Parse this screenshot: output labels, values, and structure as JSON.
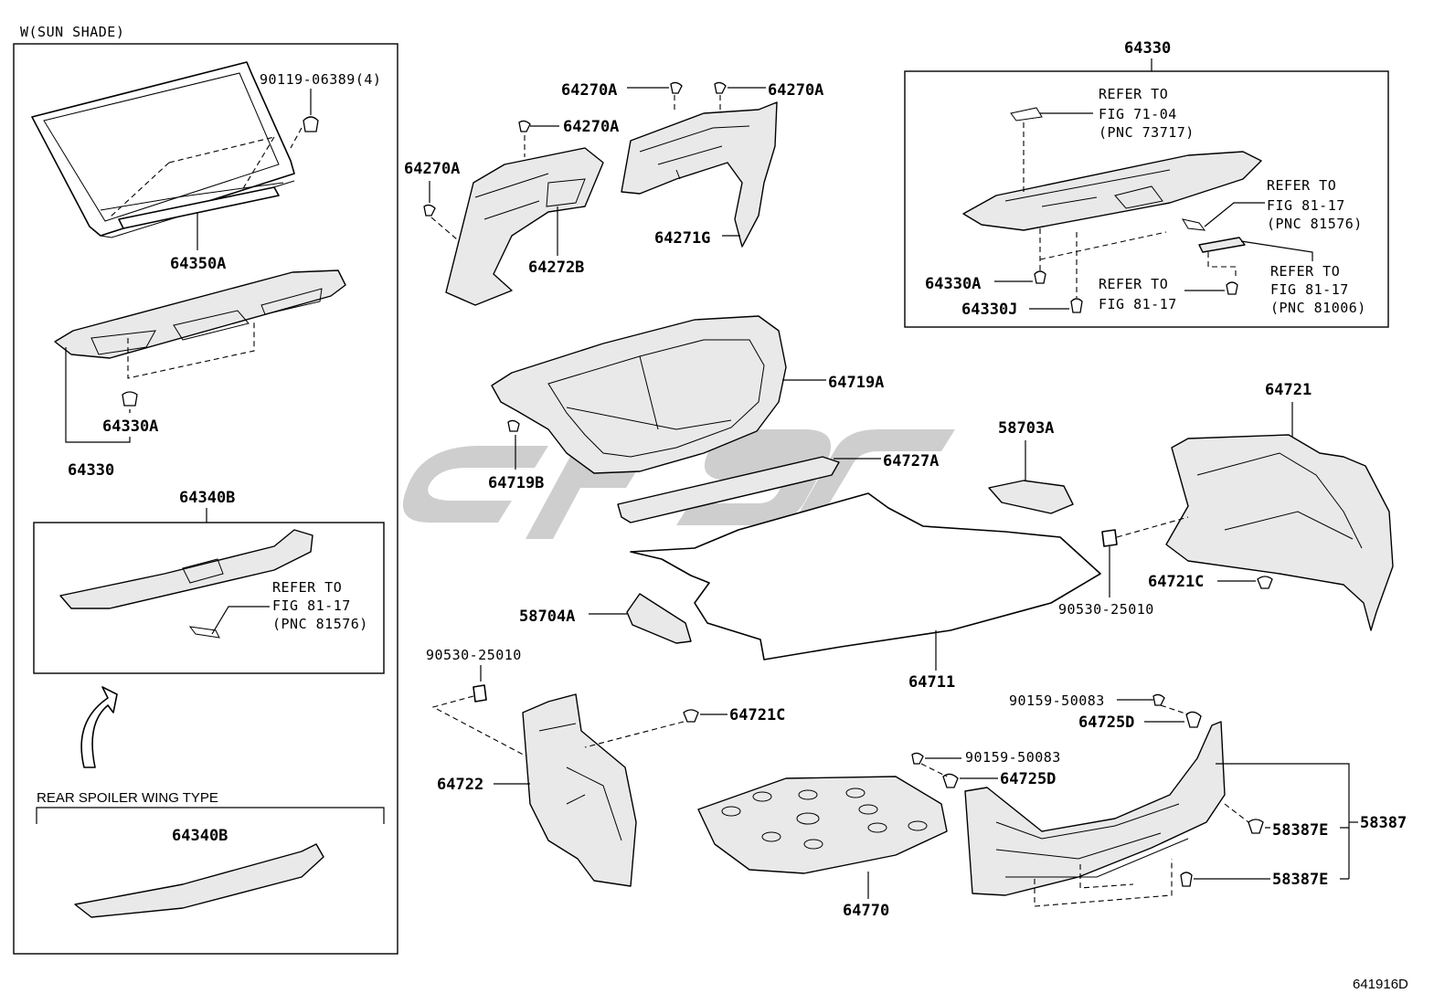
{
  "diagram_id": "641916D",
  "sections": {
    "sun_shade_title": "W(SUN SHADE)",
    "rear_spoiler_title": "REAR SPOILER WING TYPE"
  },
  "labels": {
    "p90119": "90119-06389(4)",
    "p64350A": "64350A",
    "p64330A_left": "64330A",
    "p64330_left": "64330",
    "p64340B_top": "64340B",
    "p64340B_bottom": "64340B",
    "p64270A_1": "64270A",
    "p64270A_2": "64270A",
    "p64270A_3": "64270A",
    "p64270A_4": "64270A",
    "p64271G": "64271G",
    "p64272B": "64272B",
    "p64719A": "64719A",
    "p64719B": "64719B",
    "p64727A": "64727A",
    "p58703A": "58703A",
    "p58704A": "58704A",
    "p64711": "64711",
    "p64330_top": "64330",
    "p64330A_right": "64330A",
    "p64330J": "64330J",
    "p64721": "64721",
    "p64721C_right": "64721C",
    "p90530_right": "90530-25010",
    "p90530_left": "90530-25010",
    "p64721C_left": "64721C",
    "p64722": "64722",
    "p64770": "64770",
    "p90159_1": "90159-50083",
    "p90159_2": "90159-50083",
    "p64725D_1": "64725D",
    "p64725D_2": "64725D",
    "p58387E_1": "58387E",
    "p58387E_2": "58387E",
    "p58387": "58387"
  },
  "references": {
    "ref_71_04": [
      "REFER TO",
      "FIG 71-04",
      "(PNC 73717)"
    ],
    "ref_81_17_a": [
      "REFER TO",
      "FIG 81-17",
      "(PNC 81576)"
    ],
    "ref_81_17_b": [
      "REFER TO",
      "FIG 81-17"
    ],
    "ref_81_17_c": [
      "REFER TO",
      "FIG 81-17",
      "(PNC 81006)"
    ],
    "ref_81_17_left": [
      "REFER TO",
      "FIG 81-17",
      "(PNC 81576)"
    ]
  }
}
